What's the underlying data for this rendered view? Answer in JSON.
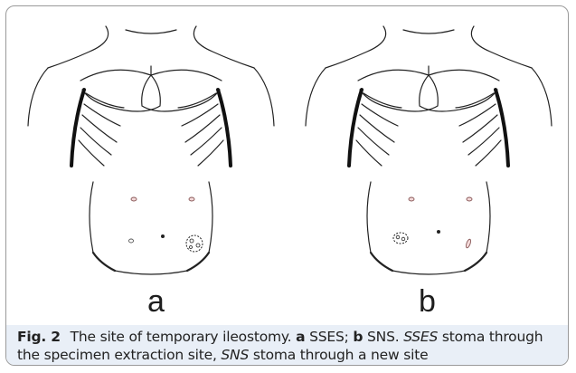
{
  "panels": {
    "a": {
      "label": "a"
    },
    "b": {
      "label": "b"
    }
  },
  "caption": {
    "fig_label": "Fig. 2",
    "title": "The site of temporary ileostomy.",
    "seg1": "a",
    "seg2": "SSES;",
    "seg3": "b",
    "seg4": "SNS.",
    "seg5": "SSES",
    "seg6": "stoma through the specimen extraction site,",
    "seg7": "SNS",
    "seg8": "stoma through a new site"
  },
  "colors": {
    "border": "#9a9a9a",
    "caption_band": "#e9eff7",
    "line": "#222222"
  }
}
